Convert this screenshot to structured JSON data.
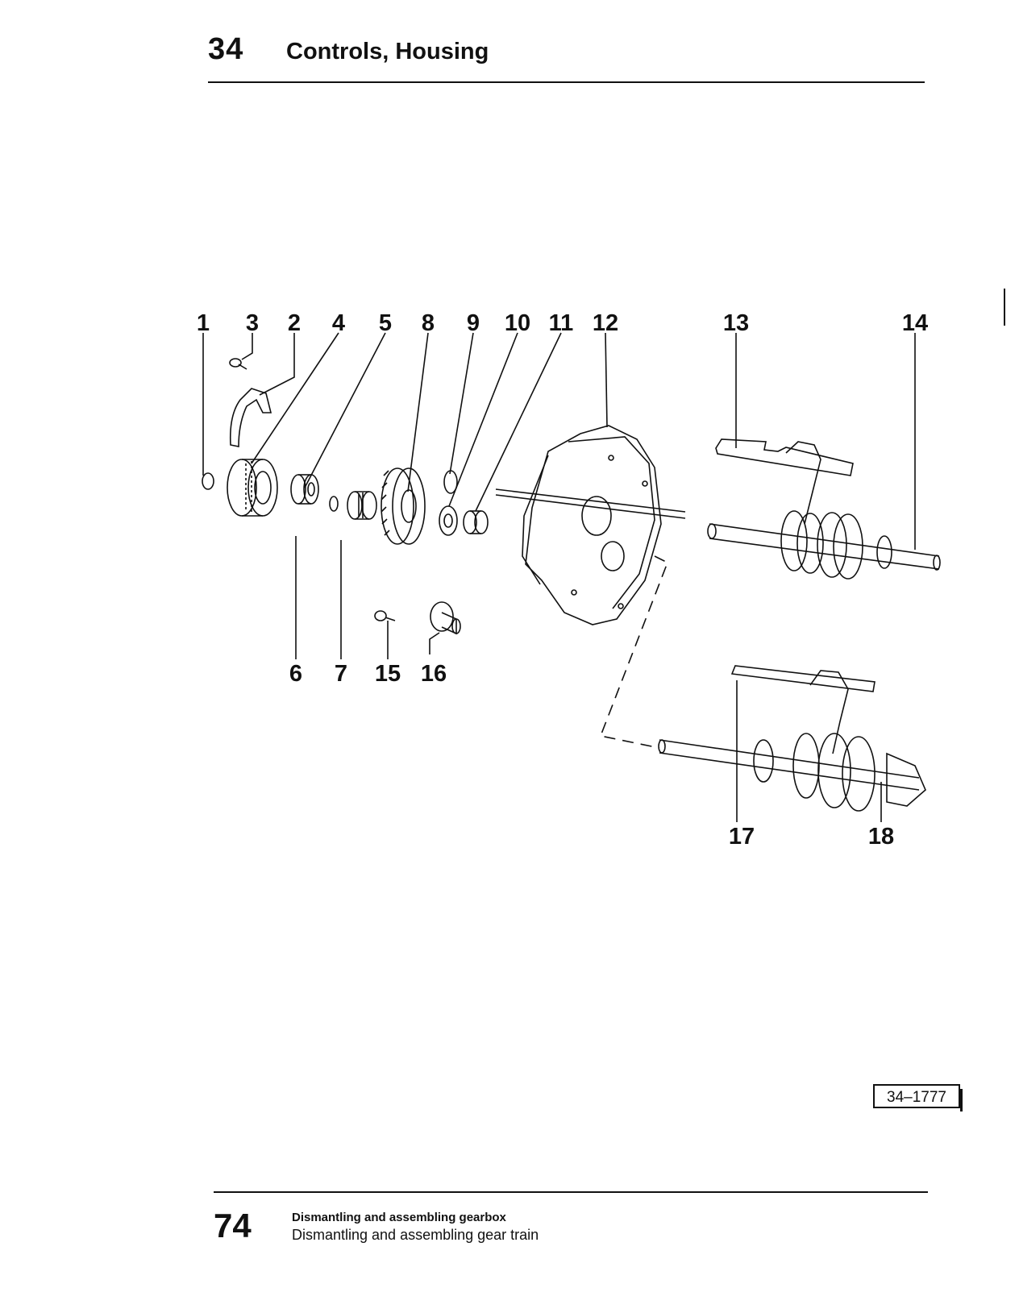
{
  "header": {
    "section_number": "34",
    "title": "Controls, Housing"
  },
  "diagram": {
    "callouts": [
      "1",
      "2",
      "3",
      "4",
      "5",
      "6",
      "7",
      "8",
      "9",
      "10",
      "11",
      "12",
      "13",
      "14",
      "15",
      "16",
      "17",
      "18"
    ]
  },
  "figure_ref": "34–1777",
  "footer": {
    "page_number": "74",
    "line1": "Dismantling and assembling gearbox",
    "line2": "Dismantling and assembling gear train"
  }
}
